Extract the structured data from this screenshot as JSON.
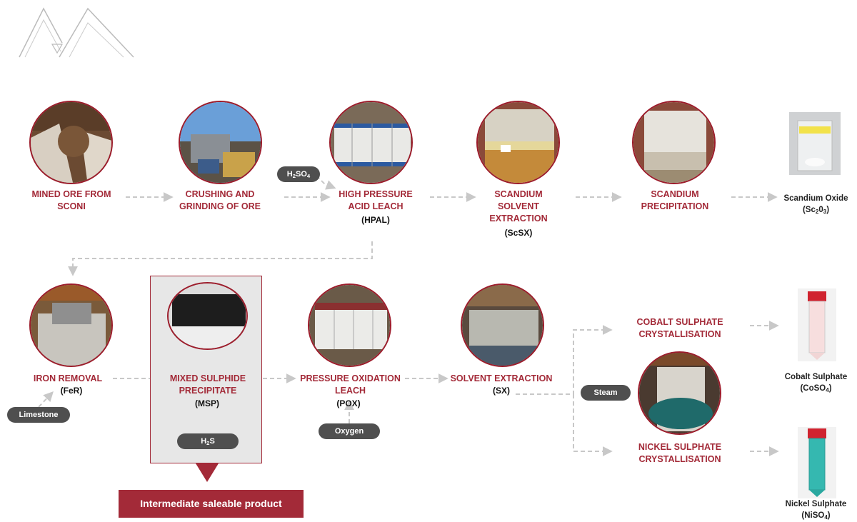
{
  "steps": {
    "mined_ore": {
      "label": "MINED ORE FROM SCONI"
    },
    "crushing": {
      "label": "CRUSHING AND GRINDING OF ORE"
    },
    "hpal": {
      "label": "HIGH PRESSURE ACID LEACH",
      "code": "(HPAL)"
    },
    "scsx": {
      "label": "SCANDIUM SOLVENT EXTRACTION",
      "code": "(ScSX)"
    },
    "sc_precip": {
      "label": "SCANDIUM PRECIPITATION"
    },
    "fer": {
      "label": "IRON REMOVAL",
      "code": "(FeR)"
    },
    "msp": {
      "label": "MIXED SULPHIDE PRECIPITATE",
      "code": "(MSP)"
    },
    "pox": {
      "label": "PRESSURE OXIDATION LEACH",
      "code": "(POX)"
    },
    "sx": {
      "label": "SOLVENT EXTRACTION",
      "code": "(SX)"
    },
    "cobalt_cryst": {
      "label": "COBALT SULPHATE CRYSTALLISATION"
    },
    "nickel_cryst": {
      "label": "NICKEL SULPHATE CRYSTALLISATION"
    }
  },
  "reagents": {
    "h2so4": {
      "main": "H",
      "sub1": "2",
      "mid": "SO",
      "sub2": "4"
    },
    "limestone": "Limestone",
    "h2s": {
      "main": "H",
      "sub1": "2",
      "mid": "S"
    },
    "oxygen": "Oxygen",
    "steam": "Steam"
  },
  "products": {
    "scandium": {
      "name": "Scandium Oxide",
      "open": "(Sc",
      "sub1": "2",
      "mid": "0",
      "sub2": "3",
      "close": ")"
    },
    "cobalt": {
      "name": "Cobalt Sulphate",
      "open": "(CoSO",
      "sub1": "4",
      "close": ")"
    },
    "nickel": {
      "name": "Nickel Sulphate",
      "open": "(NiSO",
      "sub1": "4",
      "close": ")"
    }
  },
  "callout": "Intermediate saleable product",
  "colors": {
    "accent": "#a32a38",
    "arrow": "#c8c8c8",
    "pill": "#4f4f4f",
    "msp_bg": "#e7e7e7"
  }
}
